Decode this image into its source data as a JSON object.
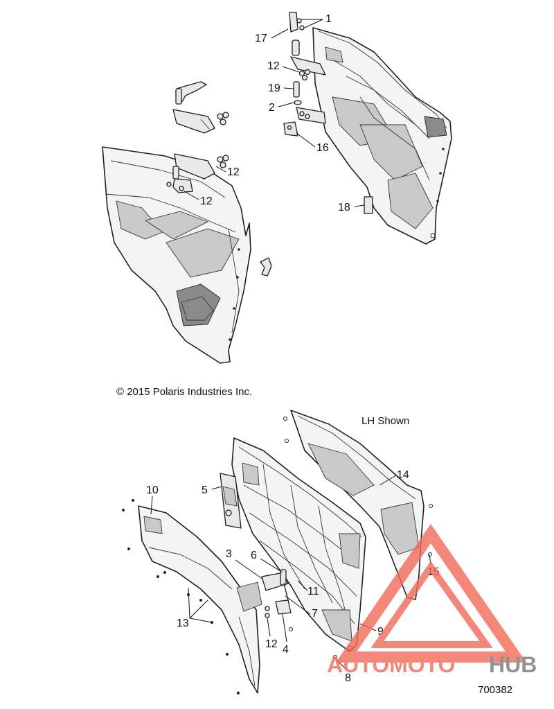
{
  "copyright": "© 2015 Polaris Industries Inc.",
  "view_note": "LH Shown",
  "diagram_number": "700382",
  "watermark": {
    "part1": "AUTOMOTO",
    "part2": "HUB",
    "color_main": "#f06a5a",
    "color_dark": "#777777"
  },
  "callouts": [
    {
      "id": "c1",
      "text": "1"
    },
    {
      "id": "c17",
      "text": "17"
    },
    {
      "id": "c12a",
      "text": "12"
    },
    {
      "id": "c19",
      "text": "19"
    },
    {
      "id": "c2",
      "text": "2"
    },
    {
      "id": "c16",
      "text": "16"
    },
    {
      "id": "c12b",
      "text": "12"
    },
    {
      "id": "c12c",
      "text": "12"
    },
    {
      "id": "c18",
      "text": "18"
    },
    {
      "id": "c14",
      "text": "14"
    },
    {
      "id": "c10",
      "text": "10"
    },
    {
      "id": "c5",
      "text": "5"
    },
    {
      "id": "c3",
      "text": "3"
    },
    {
      "id": "c6",
      "text": "6"
    },
    {
      "id": "c11",
      "text": "11"
    },
    {
      "id": "c15",
      "text": "15"
    },
    {
      "id": "c7",
      "text": "7"
    },
    {
      "id": "c13",
      "text": "13"
    },
    {
      "id": "c9",
      "text": "9"
    },
    {
      "id": "c12d",
      "text": "12"
    },
    {
      "id": "c4",
      "text": "4"
    },
    {
      "id": "c8",
      "text": "8"
    }
  ]
}
